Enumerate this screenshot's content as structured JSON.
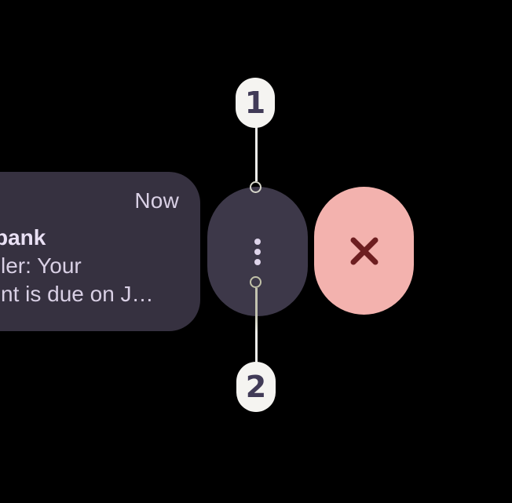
{
  "notification_card": {
    "timestamp": "Now",
    "title": "bank",
    "body_line_1": "ler: Your",
    "body_line_2": "nt is due on J…"
  },
  "swipe_actions": {
    "menu_button": {
      "icon": "kebab-menu-icon"
    },
    "dismiss_button": {
      "icon": "close-x-icon"
    }
  },
  "callouts": {
    "step_1": "1",
    "step_2": "2"
  },
  "colors": {
    "background": "#000000",
    "card_bg": "#363140",
    "card_text": "#d9d0e5",
    "card_title_text": "#e9e0f4",
    "menu_pill_bg": "#3d3849",
    "dots": "#ded4ea",
    "dismiss_pill_bg": "#f3b2ae",
    "dismiss_x": "#6d1e20",
    "callout_bg": "#f5f4f1",
    "callout_text": "#413b57",
    "connector": "#f1f1ec",
    "connector_dim": "#c3c3b0",
    "anchor_ring_top": "#d7d7cb",
    "anchor_ring_bottom": "#c1c1a8"
  }
}
